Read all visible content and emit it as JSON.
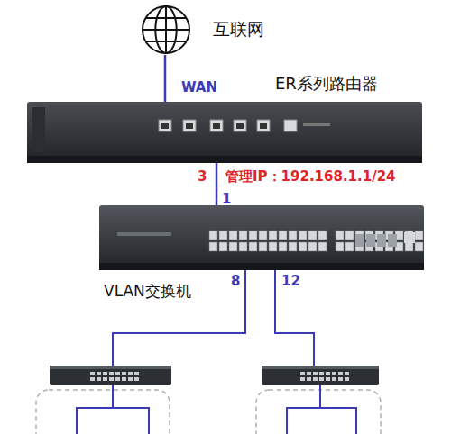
{
  "diagram": {
    "nodes": [
      {
        "text": [
          "互联网"
        ]
      },
      {
        "text": [
          "ER系列路由器"
        ]
      },
      {
        "text": [
          "VLAN交换机"
        ]
      }
    ],
    "edges": [
      {
        "from": 0,
        "to": 1,
        "arrow": "none",
        "label": "WAN"
      },
      {
        "from": 1,
        "to": 2,
        "arrow": "none"
      }
    ],
    "labels": [
      "3",
      "管理IP：192.168.1.1/24",
      "1",
      "8",
      "12"
    ]
  }
}
